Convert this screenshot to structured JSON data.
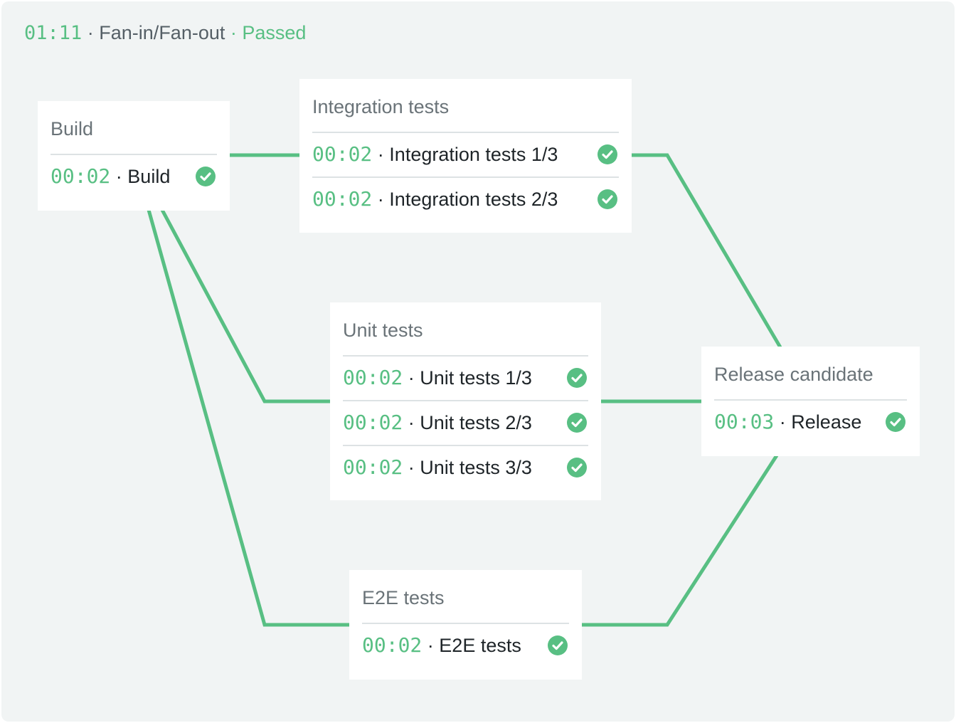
{
  "header": {
    "time": "01:11",
    "sep1": " · ",
    "name": "Fan-in/Fan-out",
    "sep2": " · ",
    "status": "Passed"
  },
  "colors": {
    "accent": "#58bf83",
    "background": "#f1f4f4",
    "card": "#ffffff"
  },
  "stages": {
    "build": {
      "title": "Build",
      "jobs": [
        {
          "time": "00:02",
          "sep": " · ",
          "name": "Build",
          "status_icon": "check-circle-icon"
        }
      ]
    },
    "integration": {
      "title": "Integration tests",
      "jobs": [
        {
          "time": "00:02",
          "sep": " · ",
          "name": "Integration tests 1/3",
          "status_icon": "check-circle-icon"
        },
        {
          "time": "00:02",
          "sep": " · ",
          "name": "Integration tests 2/3",
          "status_icon": "check-circle-icon"
        }
      ]
    },
    "unit": {
      "title": "Unit tests",
      "jobs": [
        {
          "time": "00:02",
          "sep": " · ",
          "name": "Unit tests 1/3",
          "status_icon": "check-circle-icon"
        },
        {
          "time": "00:02",
          "sep": " · ",
          "name": "Unit tests 2/3",
          "status_icon": "check-circle-icon"
        },
        {
          "time": "00:02",
          "sep": " · ",
          "name": "Unit tests 3/3",
          "status_icon": "check-circle-icon"
        }
      ]
    },
    "e2e": {
      "title": "E2E tests",
      "jobs": [
        {
          "time": "00:02",
          "sep": " · ",
          "name": "E2E tests",
          "status_icon": "check-circle-icon"
        }
      ]
    },
    "release": {
      "title": "Release candidate",
      "jobs": [
        {
          "time": "00:03",
          "sep": " · ",
          "name": "Release",
          "status_icon": "check-circle-icon"
        }
      ]
    }
  }
}
